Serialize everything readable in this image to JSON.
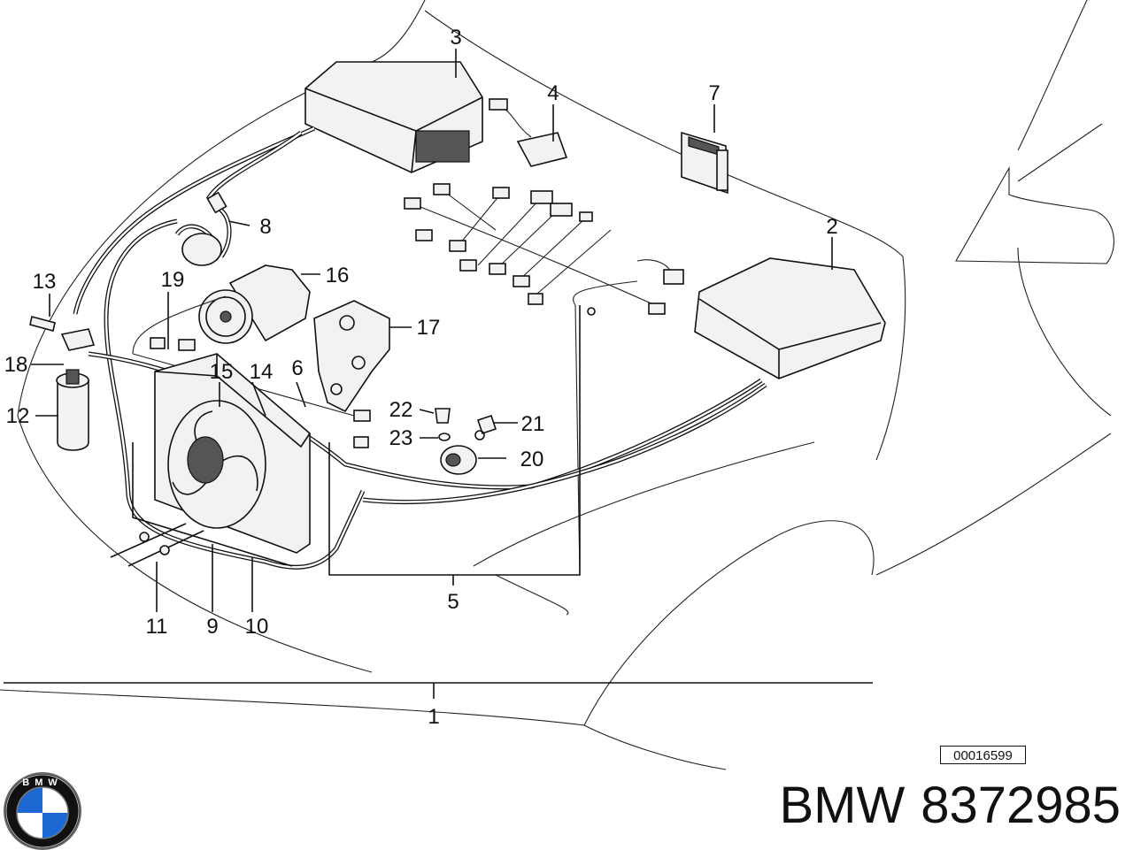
{
  "diagram": {
    "callouts": [
      "1",
      "2",
      "3",
      "4",
      "5",
      "6",
      "7",
      "8",
      "9",
      "10",
      "11",
      "12",
      "13",
      "14",
      "15",
      "16",
      "17",
      "18",
      "19",
      "20",
      "21",
      "22",
      "23"
    ],
    "diagram_id": "00016599"
  },
  "brand": {
    "logo_text": "BMW",
    "make": "BMW",
    "part_number": "8372985",
    "colors": {
      "logo_blue": "#1c69d4",
      "logo_ring": "#111111",
      "line": "#111111"
    }
  }
}
